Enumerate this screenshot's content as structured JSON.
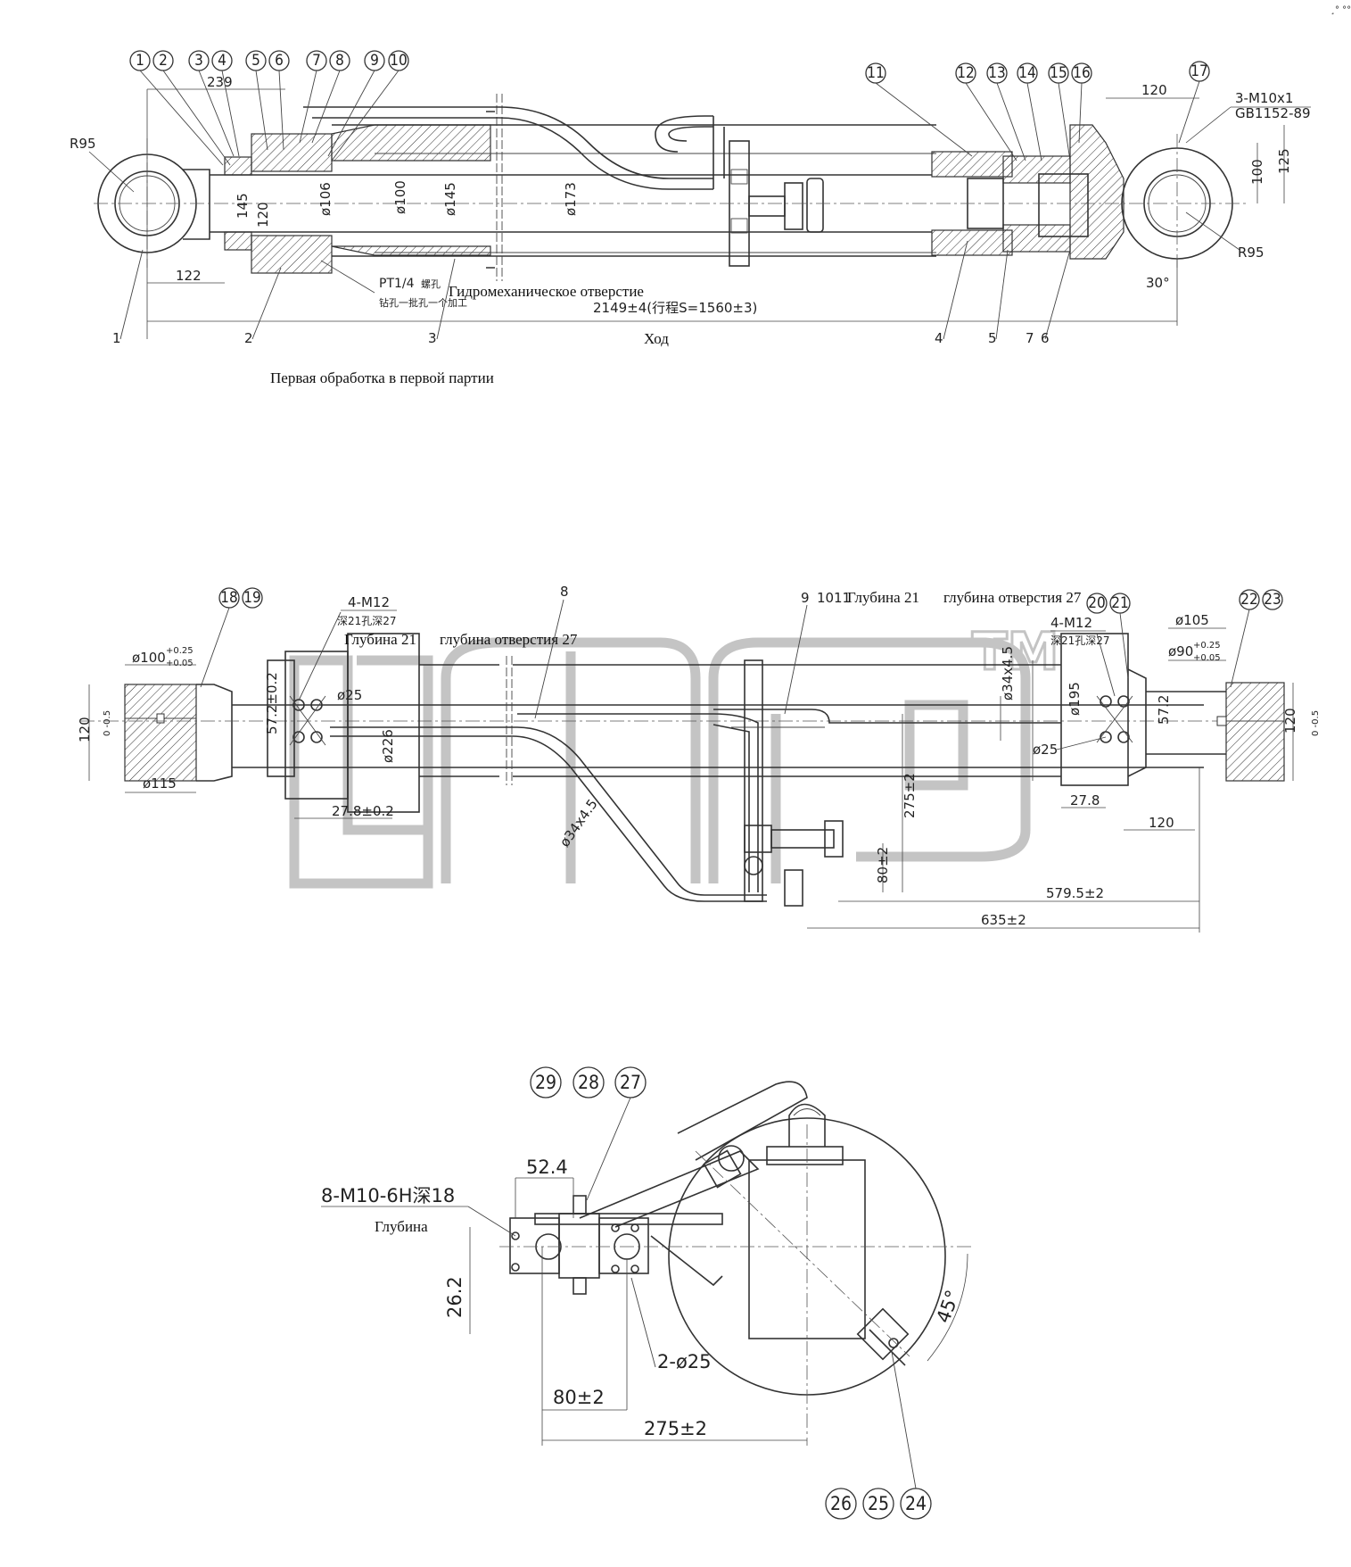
{
  "top_view": {
    "balloons_upper": [
      "1",
      "2",
      "3",
      "4",
      "5",
      "6",
      "7",
      "8",
      "9",
      "10",
      "11",
      "12",
      "13",
      "14",
      "15",
      "16",
      "17"
    ],
    "leaders_lower": [
      "1",
      "2",
      "3",
      "4",
      "5",
      "7",
      "6"
    ],
    "dims": {
      "d239": "239",
      "d145v": "145",
      "d120v": "120",
      "r95_left": "R95",
      "r95_right": "R95",
      "d122": "122",
      "phi106": "ø106",
      "phi100": "ø100",
      "phi145": "ø145",
      "phi173": "ø173",
      "d120h": "120",
      "d100v": "100",
      "d125v": "125",
      "angle30": "30°",
      "thread": "3-M10x1",
      "standard": "GB1152-89",
      "port": "PT1/4",
      "port_cn": "螺孔",
      "port_note": "钻孔一批孔一个加工",
      "overall": "2149±4(行程S=1560±3)"
    },
    "label_hydro_hole": "Гидромеханическое отверстие",
    "label_stroke": "Ход",
    "label_first_processing": "Первая обработка в первой партии"
  },
  "middle_view": {
    "balloons": [
      "18",
      "19",
      "20",
      "21",
      "22",
      "23"
    ],
    "leaders": [
      "8",
      "9",
      "10",
      "11"
    ],
    "dims": {
      "m12_left": "4-M12",
      "m12_left_depth": "深21孔深27",
      "m12_right": "4-M12",
      "m12_right_depth": "深21孔深27",
      "phi100_tol": "ø100",
      "phi100_upper": "+0.25",
      "phi100_lower": "+0.05",
      "phi90_tol": "ø90",
      "phi90_upper": "+0.25",
      "phi90_lower": "+0.05",
      "phi105": "ø105",
      "phi115": "ø115",
      "d120_left": "120",
      "d120_left_tol": "0 -0.5",
      "d120_right": "120",
      "d120_right_tol": "0 -0.5",
      "d57_left": "57.2±0.2",
      "phi25_left": "ø25",
      "phi226": "ø226",
      "d27_left": "27.8±0.2",
      "phi34_top": "ø34x4.5",
      "phi34_diag": "ø34x4.5",
      "phi195": "ø195",
      "d57_right": "57.2",
      "phi25_right": "ø25",
      "d27_right": "27.8",
      "d120_bottom": "120",
      "d275": "275±2",
      "d80": "80±2",
      "d579": "579.5±2",
      "d635": "635±2"
    },
    "label_depth_21": "Глубина 21",
    "label_hole_depth_27": "глубина отверстия 27",
    "label_depth_21_b": "Глубина 21",
    "label_hole_depth_27_b": "глубина отверстия 27",
    "watermark": "gmc",
    "watermark_tm": "TM"
  },
  "bottom_view": {
    "balloons_top": [
      "29",
      "28",
      "27"
    ],
    "balloons_bottom": [
      "26",
      "25",
      "24"
    ],
    "dims": {
      "thread": "8-M10-6H深18",
      "d52": "52.4",
      "d26": "26.2",
      "d80": "80±2",
      "d275": "275±2",
      "holes": "2-ø25",
      "angle45": "45°"
    },
    "label_depth": "Глубина"
  },
  "corner_mark": "¸° °°°"
}
